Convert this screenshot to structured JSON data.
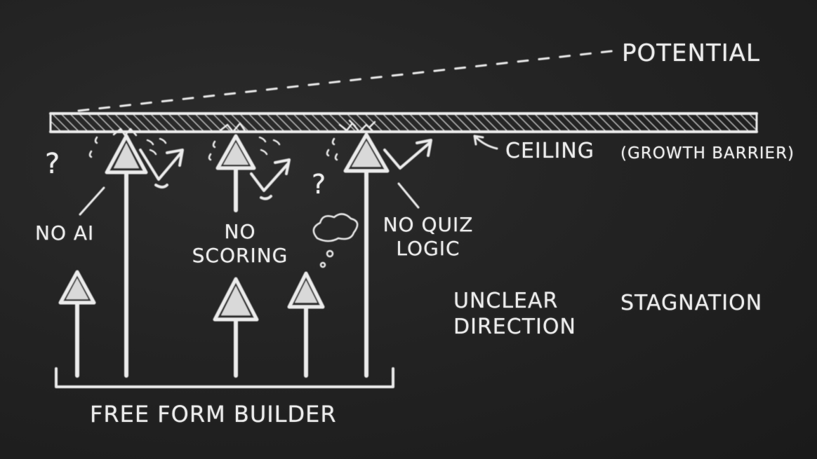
{
  "labels": {
    "potential": "POTENTIAL",
    "ceiling": "CEILING",
    "growth_barrier": "(GROWTH BARRIER)",
    "no_ai": "NO AI",
    "no_scoring_line1": "NO",
    "no_scoring_line2": "SCORING",
    "no_quiz_line1": "NO QUIZ",
    "no_quiz_line2": "LOGIC",
    "unclear_line1": "UNCLEAR",
    "unclear_line2": "DIRECTION",
    "stagnation": "STAGNATION",
    "free_form_builder": "FREE FORM BUILDER",
    "question_mark": "?"
  },
  "colors": {
    "chalk": "#ececec",
    "board": "#232323"
  },
  "icons": {
    "thought_bubble": "thought-bubble-icon",
    "arrow": "up-arrow-icon",
    "deflect_arrow": "deflect-arrow-icon"
  }
}
